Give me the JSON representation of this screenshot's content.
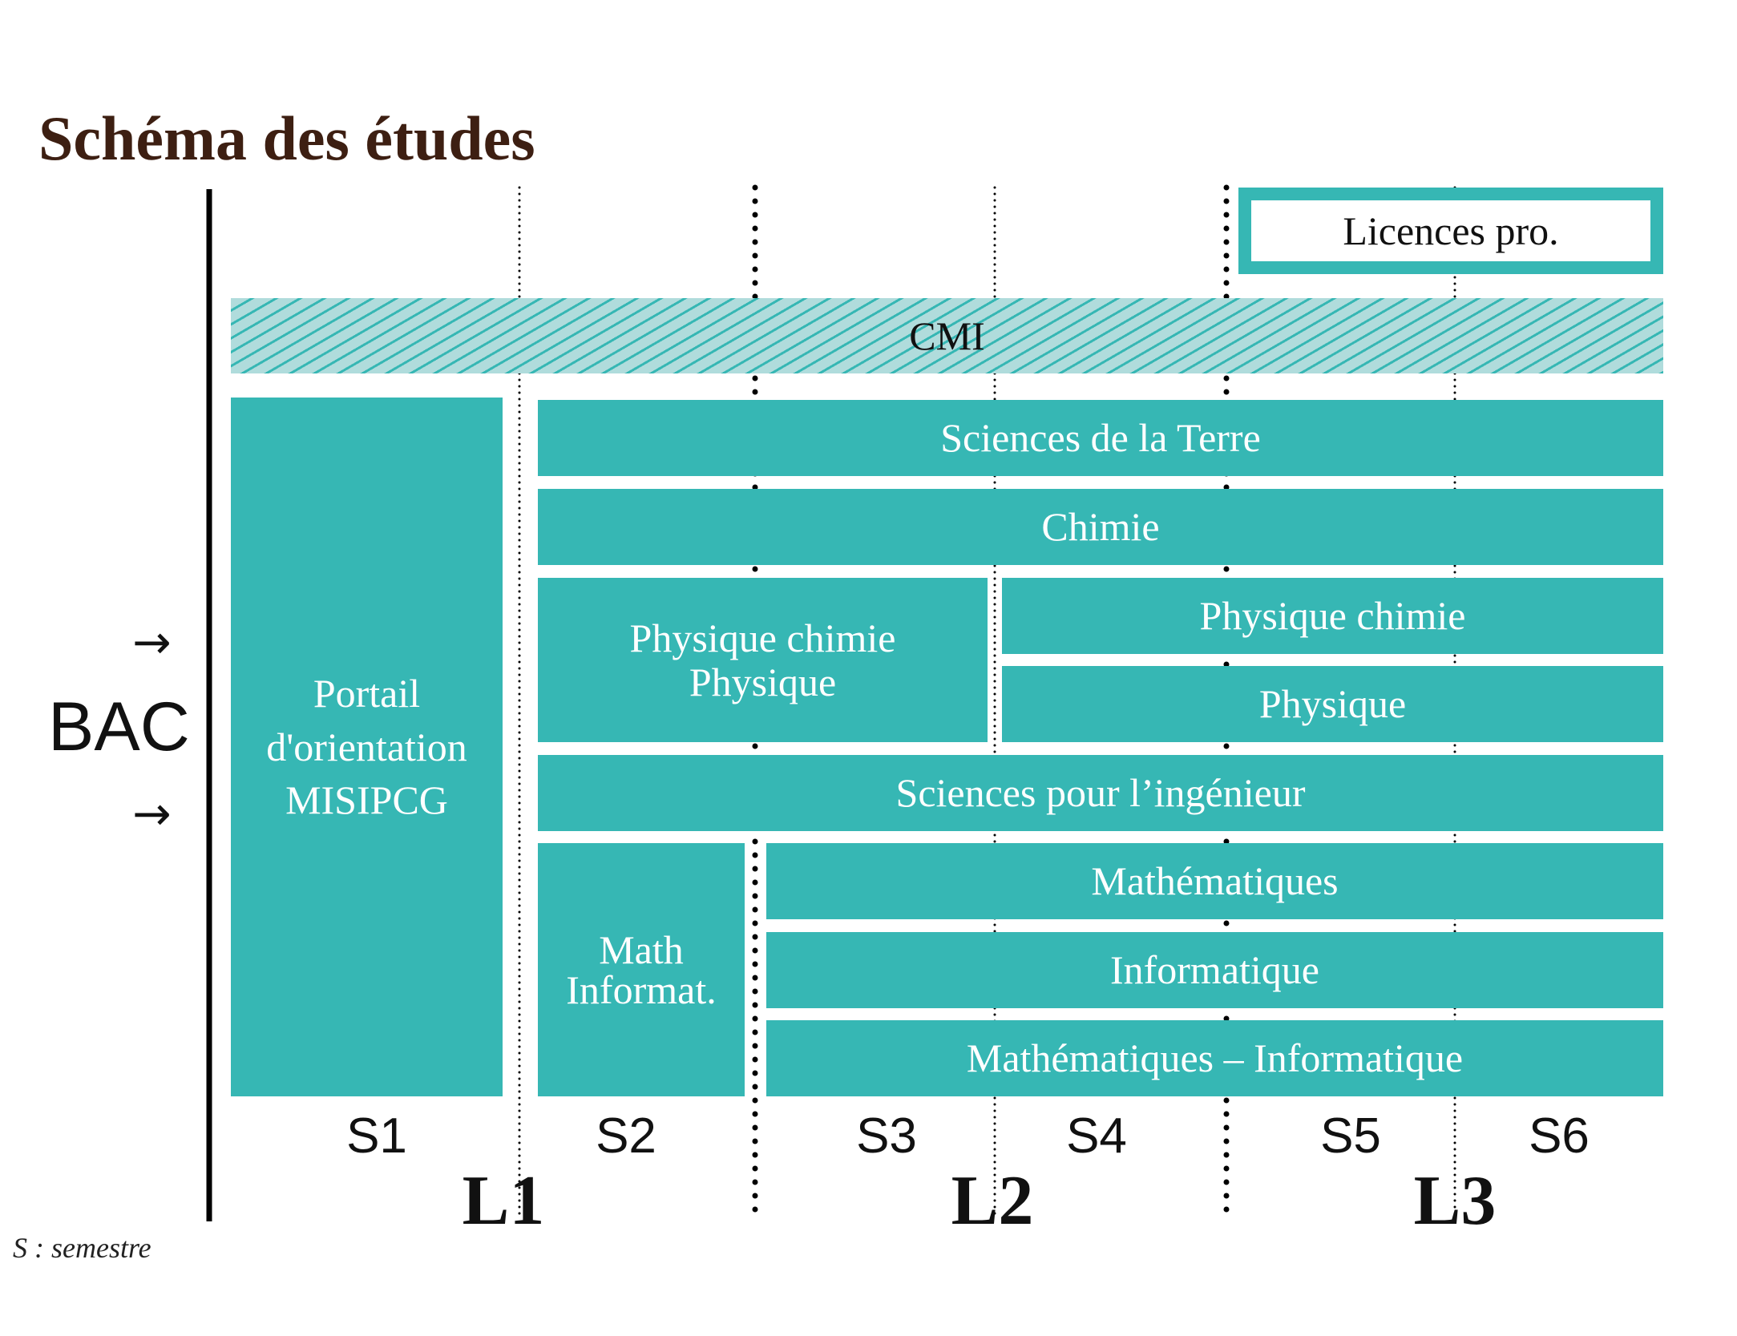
{
  "title": "Schéma des études",
  "bac": "BAC",
  "arrows": [
    "→",
    "→"
  ],
  "legend": "S : semestre",
  "colors": {
    "teal": "#36b7b4",
    "hatch": "#b0dcdc",
    "title": "#3d1f12"
  },
  "blocks": {
    "licences_pro": "Licences pro.",
    "cmi": "CMI",
    "portail": [
      "Portail",
      "d'orientation",
      "MISIPCG"
    ],
    "sciences_terre": "Sciences de la Terre",
    "chimie": "Chimie",
    "physique_chimie_physique": [
      "Physique chimie",
      "Physique"
    ],
    "physique_chimie": "Physique chimie",
    "physique": "Physique",
    "sciences_ingenieur": "Sciences pour l’ingénieur",
    "math_informat": [
      "Math",
      "Informat."
    ],
    "mathematiques": "Mathématiques",
    "informatique": "Informatique",
    "math_info": "Mathématiques – Informatique"
  },
  "semesters": [
    "S1",
    "S2",
    "S3",
    "S4",
    "S5",
    "S6"
  ],
  "years": [
    "L1",
    "L2",
    "L3"
  ]
}
